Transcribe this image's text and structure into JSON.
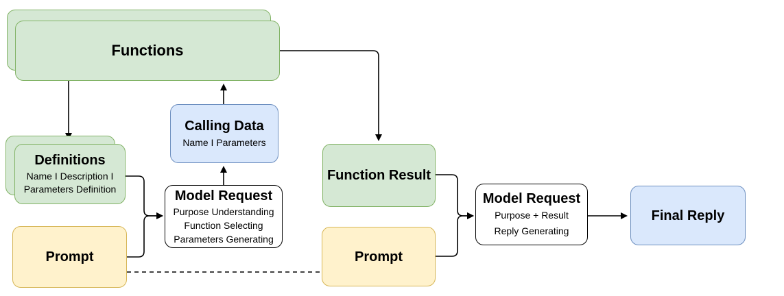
{
  "diagram": {
    "nodes": {
      "functions": {
        "title": "Functions"
      },
      "definitions": {
        "title": "Definitions",
        "lines": [
          "Name I Description I",
          "Parameters Definition"
        ]
      },
      "calling_data": {
        "title": "Calling Data",
        "lines": [
          "Name I Parameters"
        ]
      },
      "model_request_1": {
        "title": "Model Request",
        "lines": [
          "Purpose Understanding",
          "Function Selecting",
          "Parameters Generating"
        ]
      },
      "prompt_1": {
        "title": "Prompt"
      },
      "function_result": {
        "title": "Function Result"
      },
      "prompt_2": {
        "title": "Prompt"
      },
      "model_request_2": {
        "title": "Model Request",
        "lines": [
          "Purpose + Result",
          "Reply Generating"
        ]
      },
      "final_reply": {
        "title": "Final Reply"
      }
    },
    "palette": {
      "green_fill": "#d5e8d4",
      "green_stroke": "#82b366",
      "blue_fill": "#dae8fc",
      "blue_stroke": "#6c8ebf",
      "yellow_fill": "#fff2cc",
      "yellow_stroke": "#d6b656",
      "box_fill": "#ffffff",
      "line_color": "#000000"
    }
  }
}
